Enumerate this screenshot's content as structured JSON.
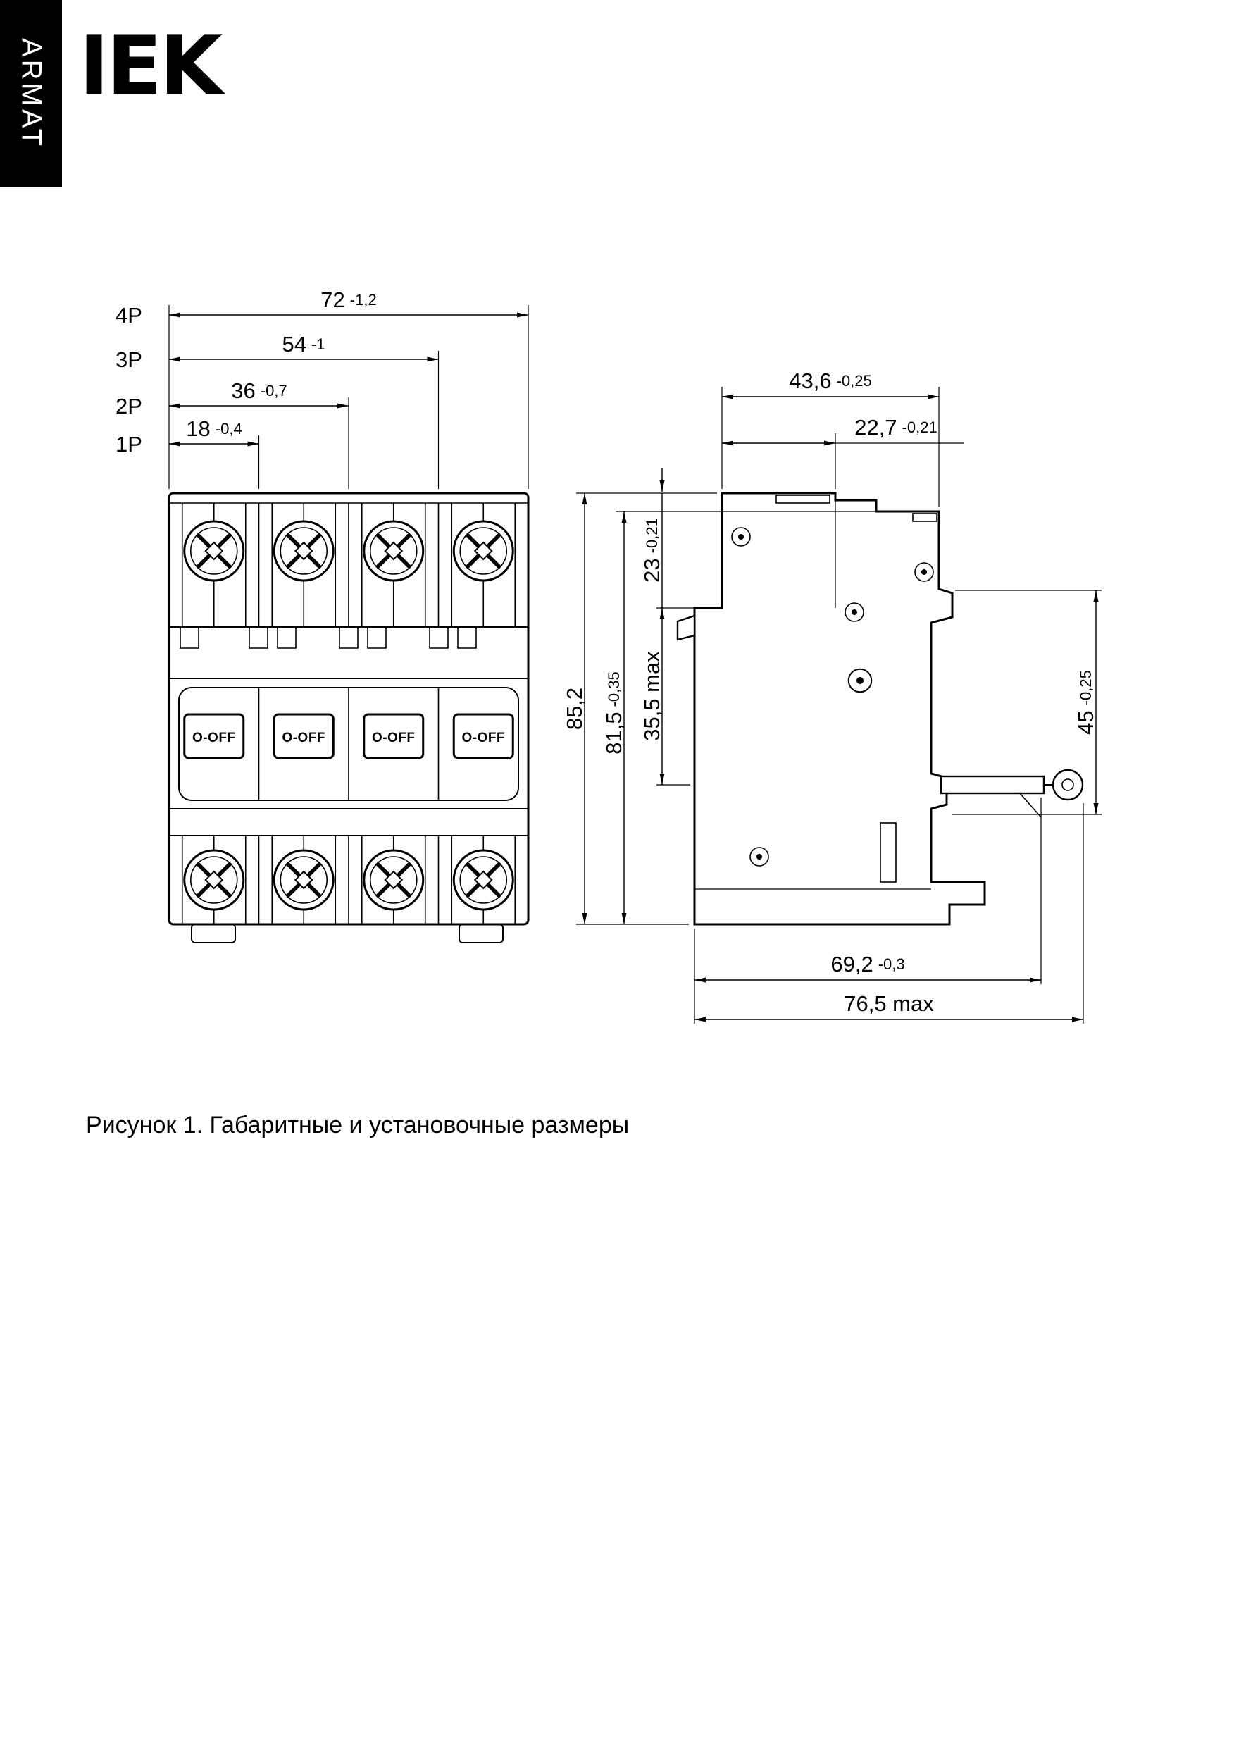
{
  "brand": {
    "strip_label": "ARMAT",
    "logo_text": "IEK"
  },
  "caption": "Рисунок 1. Габаритные и установочные размеры",
  "front_view": {
    "toggle_label": "O-OFF",
    "dims": [
      {
        "pole": "4P",
        "value": "72",
        "tol": "-1,2"
      },
      {
        "pole": "3P",
        "value": "54",
        "tol": "-1"
      },
      {
        "pole": "2P",
        "value": "36",
        "tol": "-0,7"
      },
      {
        "pole": "1P",
        "value": "18",
        "tol": "-0,4"
      }
    ]
  },
  "side_view": {
    "dims": {
      "top_width": {
        "value": "43,6",
        "tol": "-0,25"
      },
      "terminal_depth": {
        "value": "22,7",
        "tol": "-0,21"
      },
      "upper_front_height": {
        "value": "23",
        "tol": "-0,21"
      },
      "overall_height": {
        "value": "85,2"
      },
      "body_height": {
        "value": "81,5",
        "tol": "-0,35"
      },
      "handle_zone_height": {
        "value": "35,5 max"
      },
      "din_rail_height": {
        "value": "45",
        "tol": "-0,25"
      },
      "base_depth": {
        "value": "69,2",
        "tol": "-0,3"
      },
      "max_depth": {
        "value": "76,5 max"
      }
    }
  }
}
